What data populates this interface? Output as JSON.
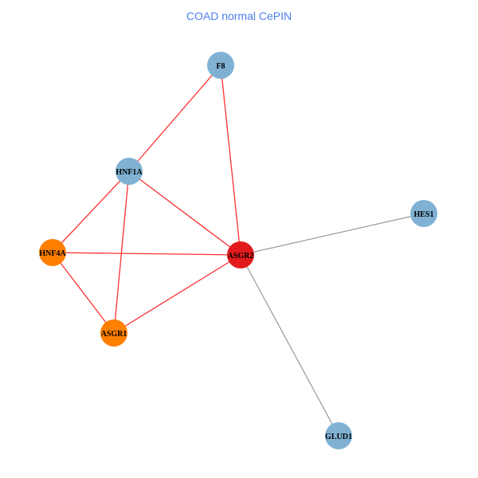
{
  "title": "COAD normal CePIN",
  "colors": {
    "blue": "#80b1d3",
    "orange": "#ff7f00",
    "red": "#e31a1c",
    "edge_red": "#ff3030",
    "edge_gray": "#a0a0a0"
  },
  "nodes": [
    {
      "id": "F8",
      "color": "blue"
    },
    {
      "id": "HNF1A",
      "color": "blue"
    },
    {
      "id": "HES1",
      "color": "blue"
    },
    {
      "id": "HNF4A",
      "color": "orange"
    },
    {
      "id": "ASGR2",
      "color": "red"
    },
    {
      "id": "ASGR1",
      "color": "orange"
    },
    {
      "id": "GLUD1",
      "color": "blue"
    }
  ],
  "edges": [
    {
      "source": "F8",
      "target": "HNF1A",
      "color": "edge_red"
    },
    {
      "source": "F8",
      "target": "ASGR2",
      "color": "edge_red"
    },
    {
      "source": "HNF1A",
      "target": "ASGR2",
      "color": "edge_red"
    },
    {
      "source": "HNF1A",
      "target": "HNF4A",
      "color": "edge_red"
    },
    {
      "source": "HNF1A",
      "target": "ASGR1",
      "color": "edge_red"
    },
    {
      "source": "HNF4A",
      "target": "ASGR2",
      "color": "edge_red"
    },
    {
      "source": "HNF4A",
      "target": "ASGR1",
      "color": "edge_red"
    },
    {
      "source": "ASGR1",
      "target": "ASGR2",
      "color": "edge_red"
    },
    {
      "source": "ASGR2",
      "target": "HES1",
      "color": "edge_gray"
    },
    {
      "source": "ASGR2",
      "target": "GLUD1",
      "color": "edge_gray"
    }
  ]
}
